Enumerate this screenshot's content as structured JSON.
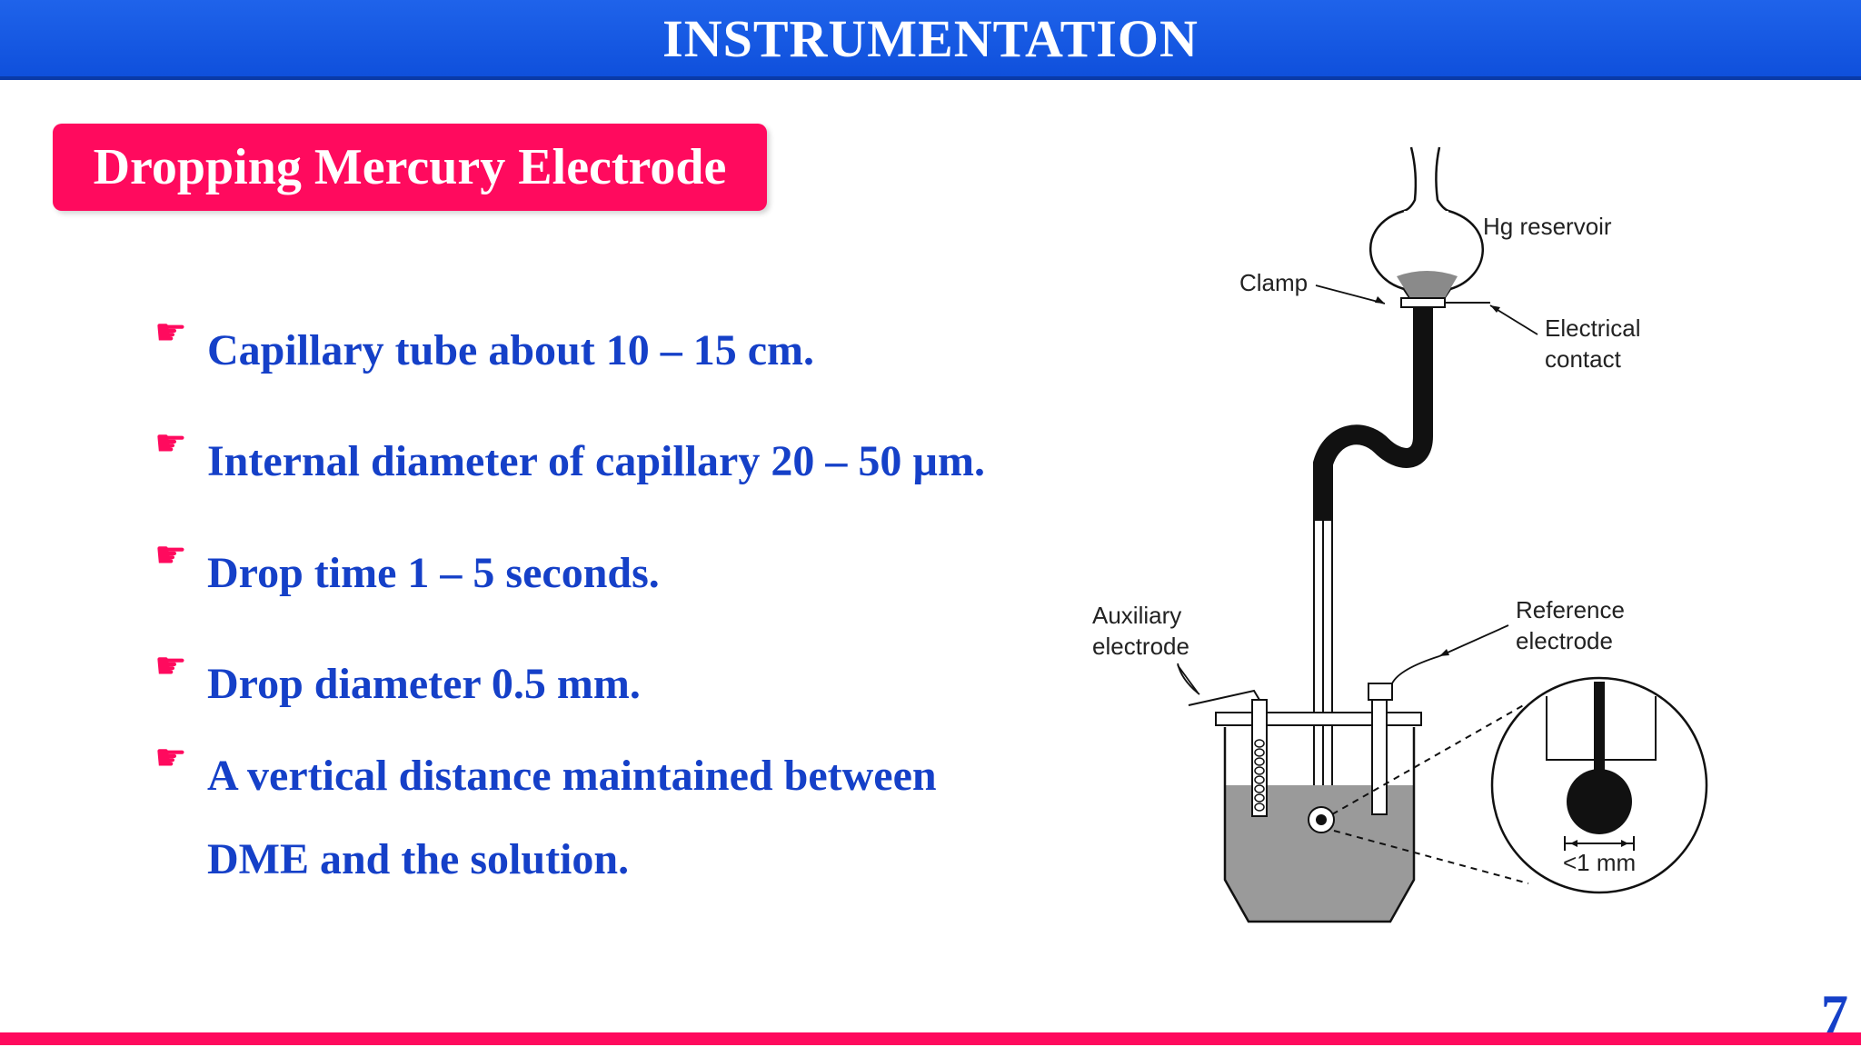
{
  "header": {
    "title": "INSTRUMENTATION"
  },
  "subtitle": "Dropping Mercury Electrode",
  "bullets": [
    {
      "icon": "pointing-hand-icon",
      "text": "Capillary tube about 10 – 15 cm."
    },
    {
      "icon": "pointing-hand-icon",
      "text": "Internal diameter of capillary 20 – 50 µm."
    },
    {
      "icon": "pointing-hand-icon",
      "text": "Drop time 1 – 5 seconds."
    },
    {
      "icon": "pointing-hand-icon",
      "text": "Drop diameter 0.5 mm."
    },
    {
      "icon": "pointing-hand-icon",
      "lines": [
        "A vertical distance maintained between",
        "DME and the solution."
      ]
    }
  ],
  "diagram": {
    "labels": {
      "hg_reservoir": "Hg reservoir",
      "clamp": "Clamp",
      "electrical_contact_1": "Electrical",
      "electrical_contact_2": "contact",
      "auxiliary_1": "Auxiliary",
      "auxiliary_2": "electrode",
      "reference_1": "Reference",
      "reference_2": "electrode",
      "scale": "<1 mm"
    }
  },
  "page_number": "7",
  "colors": {
    "header_blue": "#1358e6",
    "accent_pink": "#ff0a5e",
    "text_blue": "#1540c8"
  }
}
